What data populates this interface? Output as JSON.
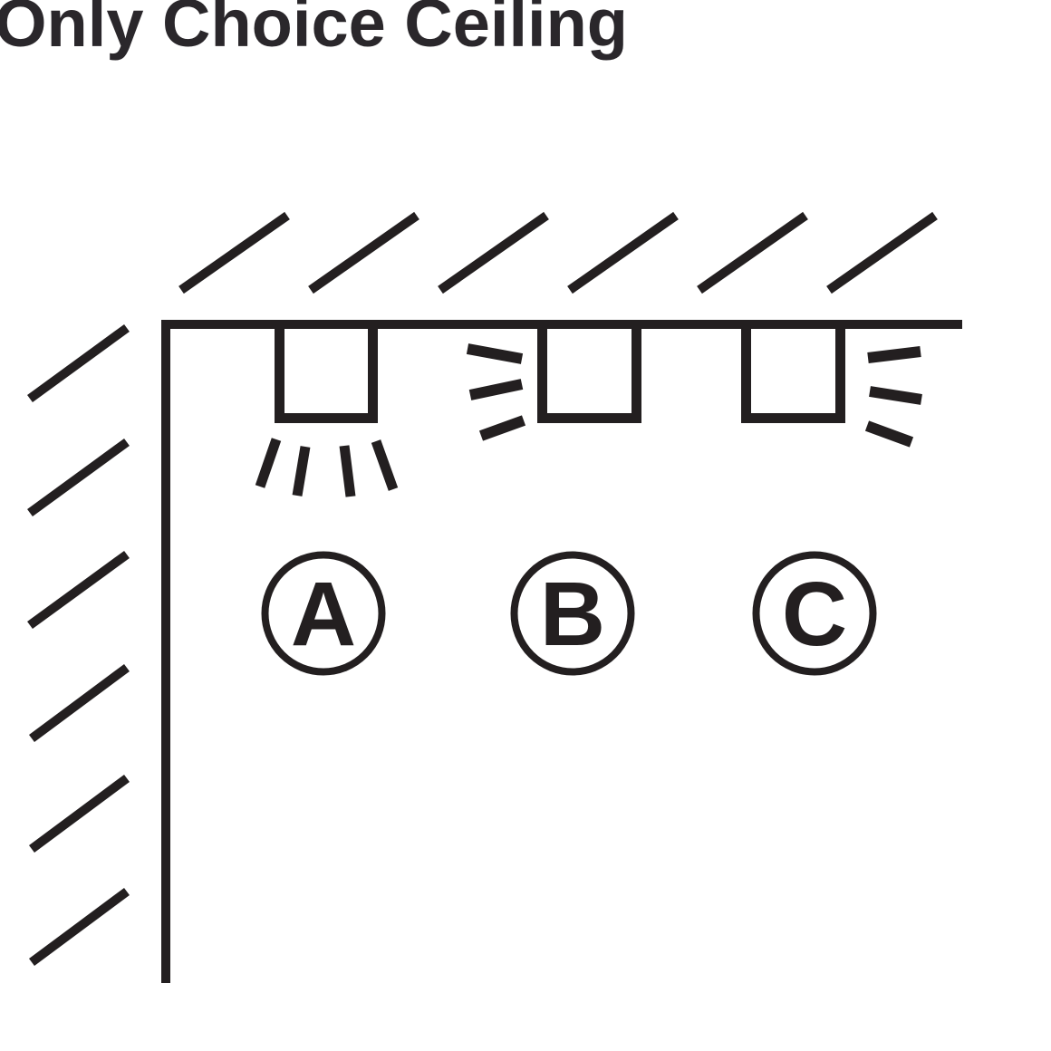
{
  "title": "Only Choice Ceiling",
  "colors": {
    "ink": "#231f20",
    "background": "#ffffff"
  },
  "diagram": {
    "type": "illustration",
    "subject": "ceiling-and-wall cross-section with three recessed light fixtures",
    "wall_position": "left",
    "hatching": {
      "ceiling_marks": 6,
      "wall_marks": 6
    },
    "fixtures": [
      {
        "label": "A",
        "beam_direction": "down",
        "ray_count": 4
      },
      {
        "label": "B",
        "beam_direction": "left-toward-wall",
        "ray_count": 3
      },
      {
        "label": "C",
        "beam_direction": "right",
        "ray_count": 3
      }
    ]
  }
}
